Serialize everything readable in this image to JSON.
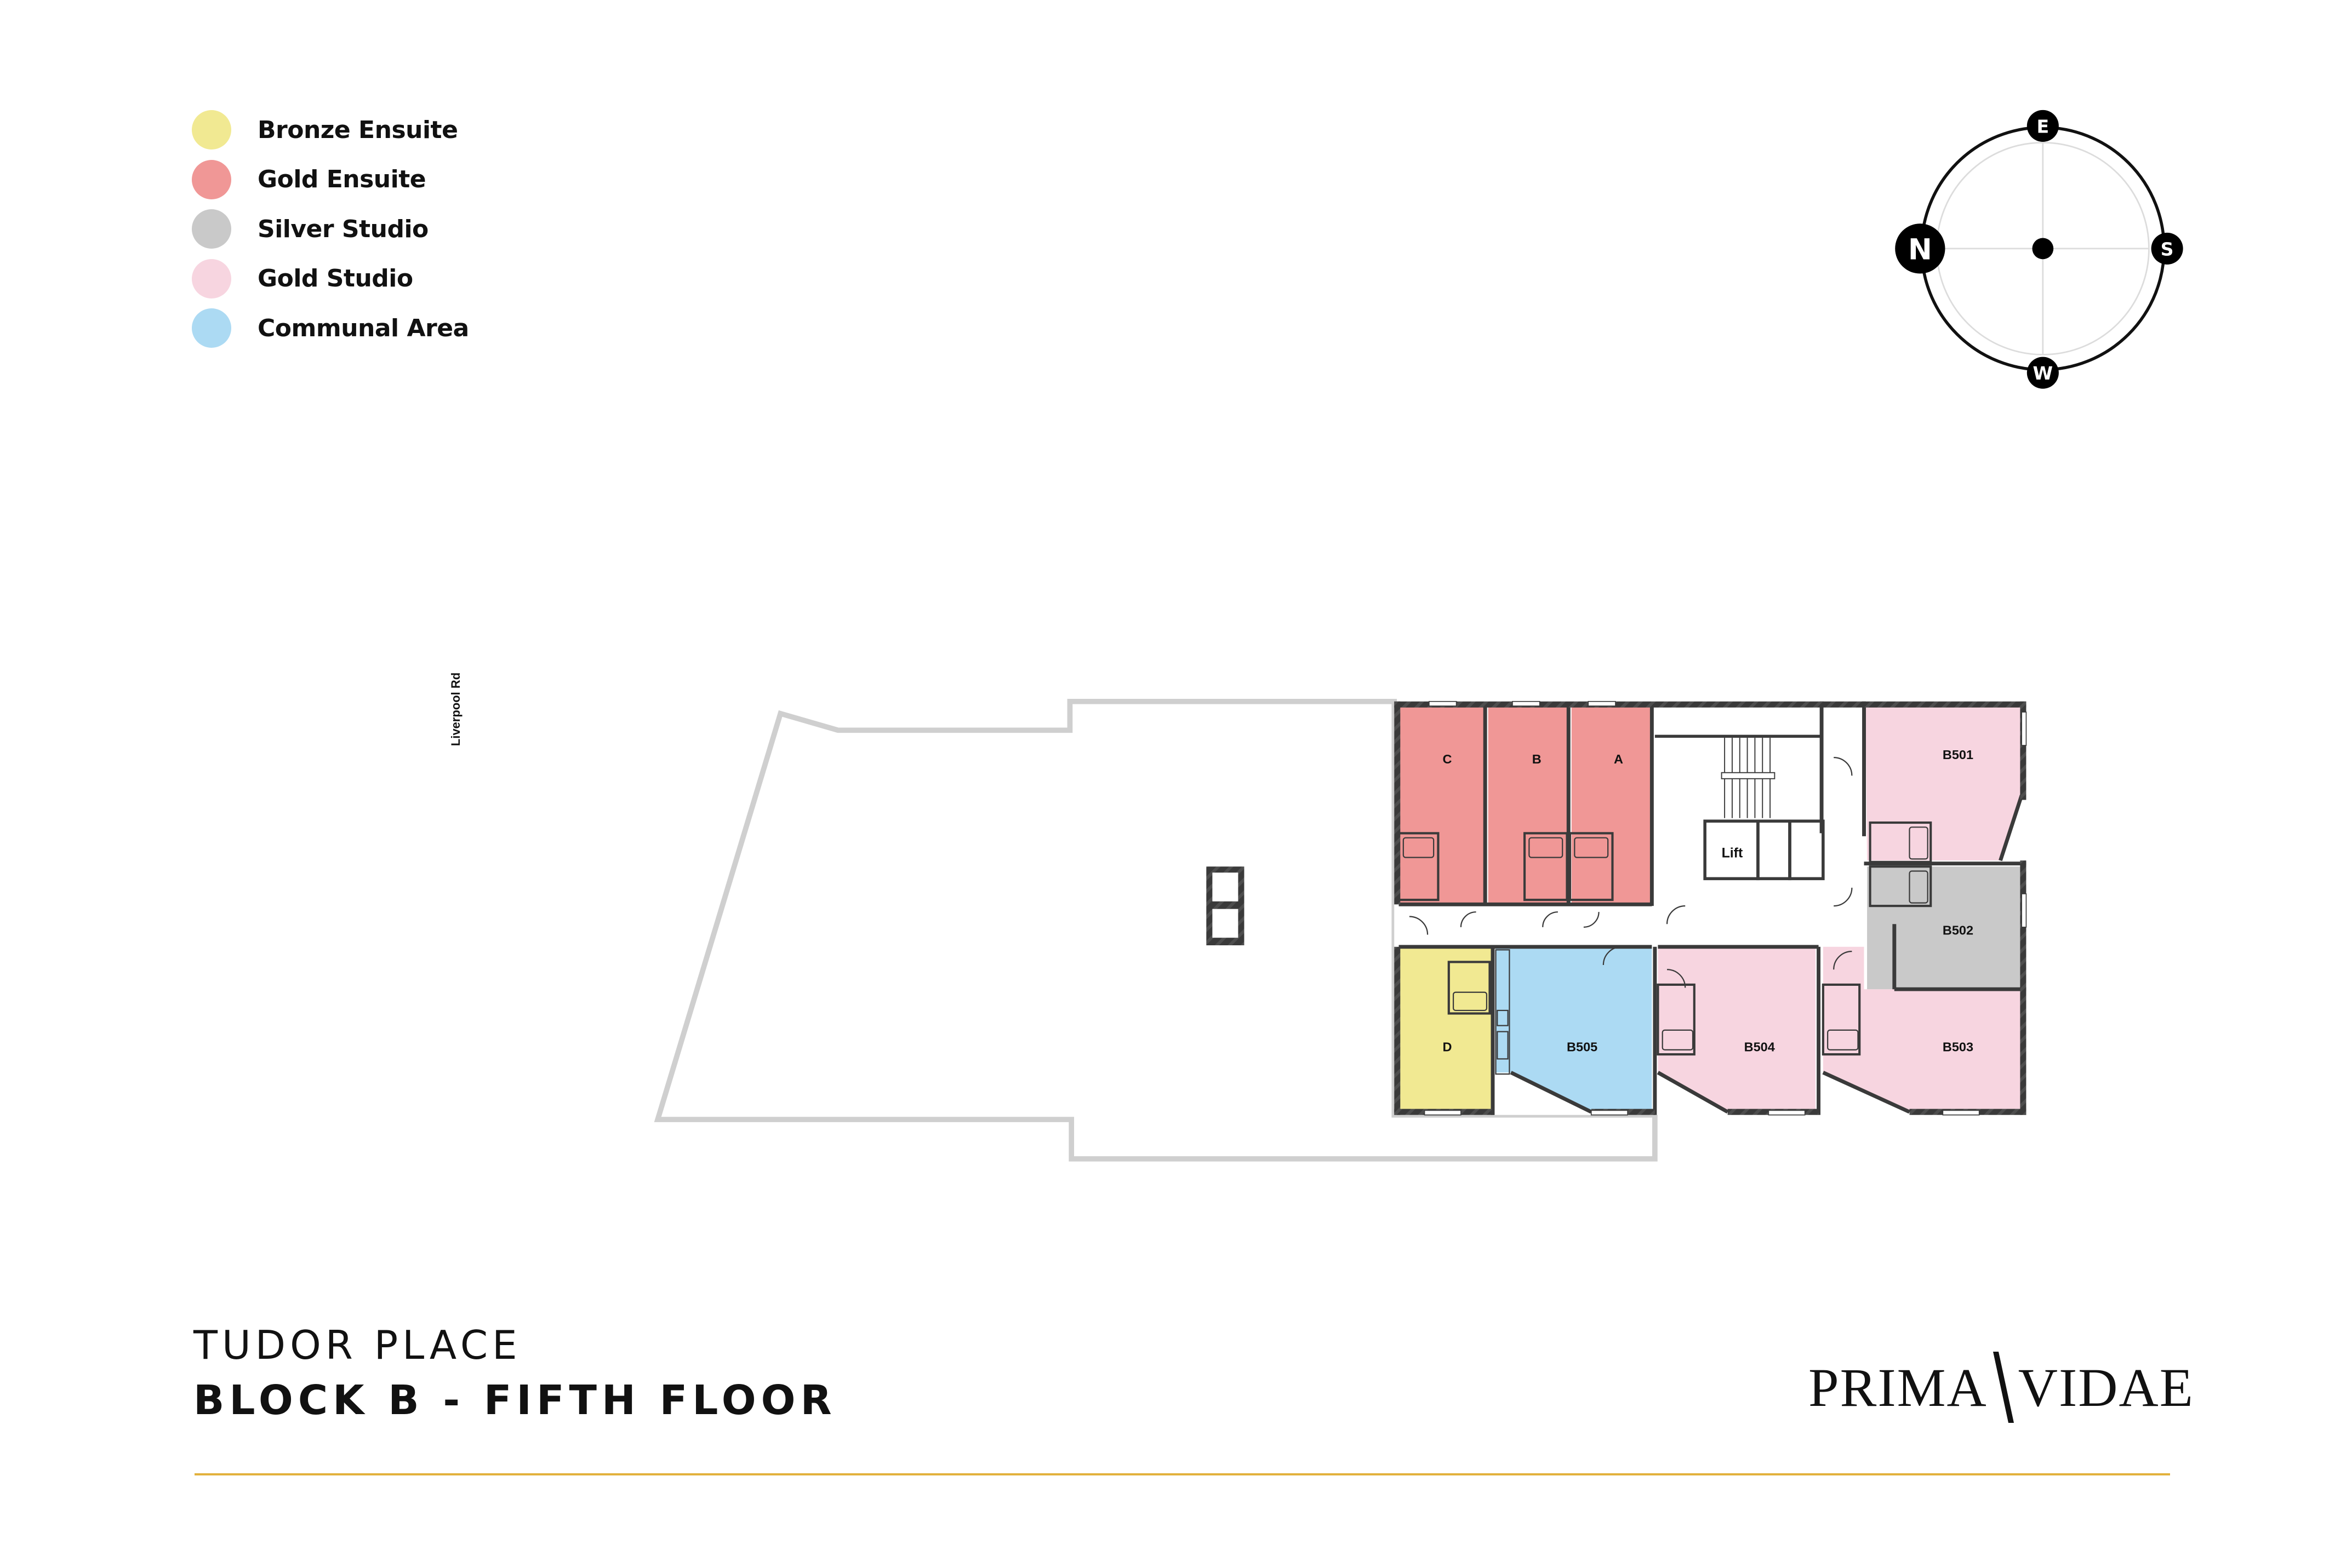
{
  "legend": {
    "items": [
      {
        "label": "Bronze Ensuite",
        "color": "#f1e992"
      },
      {
        "label": "Gold Ensuite",
        "color": "#f09796"
      },
      {
        "label": "Silver Studio",
        "color": "#c9c9c9"
      },
      {
        "label": "Gold Studio",
        "color": "#f7d5e0"
      },
      {
        "label": "Communal Area",
        "color": "#acdaf3"
      }
    ]
  },
  "compass": {
    "north": "N",
    "east": "E",
    "south": "S",
    "west": "W"
  },
  "street_label": "Liverpool Rd",
  "floorplan": {
    "rooms": [
      {
        "id": "C",
        "type": "Gold Ensuite"
      },
      {
        "id": "B",
        "type": "Gold Ensuite"
      },
      {
        "id": "A",
        "type": "Gold Ensuite"
      },
      {
        "id": "D",
        "type": "Bronze Ensuite"
      },
      {
        "id": "B505",
        "type": "Communal Area"
      },
      {
        "id": "B504",
        "type": "Gold Studio"
      },
      {
        "id": "B503",
        "type": "Gold Studio"
      },
      {
        "id": "B502",
        "type": "Silver Studio"
      },
      {
        "id": "B501",
        "type": "Gold Studio"
      }
    ],
    "lift_label": "Lift"
  },
  "title": {
    "development": "TUDOR PLACE",
    "floor": "BLOCK B - FIFTH FLOOR"
  },
  "brand": {
    "left": "PRIMA",
    "right": "VIDAE",
    "rule_color": "#e2b13c"
  },
  "colors": {
    "wall": "#3a3a3a",
    "outline": "#cfcfcf",
    "bronze": "#f1e992",
    "gold_ensuite": "#f09796",
    "silver": "#c9c9c9",
    "gold_studio": "#f7d5e0",
    "communal": "#acdaf3"
  }
}
